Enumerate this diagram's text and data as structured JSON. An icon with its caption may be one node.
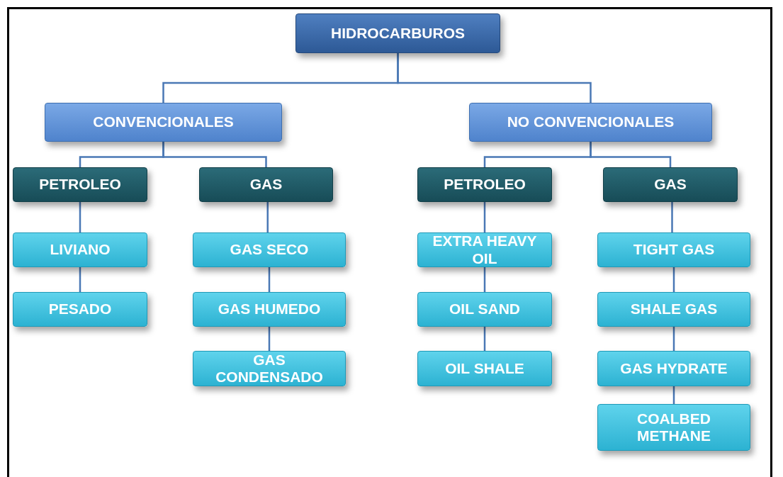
{
  "diagram": {
    "nodes": [
      {
        "text": [
          "HIDROCARBUROS"
        ]
      },
      {
        "text": [
          "CONVENCIONALES"
        ]
      },
      {
        "text": [
          "NO CONVENCIONALES"
        ]
      },
      {
        "text": [
          "PETROLEO"
        ]
      },
      {
        "text": [
          "GAS"
        ]
      },
      {
        "text": [
          "PETROLEO"
        ]
      },
      {
        "text": [
          "GAS"
        ]
      },
      {
        "text": [
          "LIVIANO"
        ]
      },
      {
        "text": [
          "PESADO"
        ]
      },
      {
        "text": [
          "GAS SECO"
        ]
      },
      {
        "text": [
          "GAS HUMEDO"
        ]
      },
      {
        "text": [
          "GAS CONDENSADO"
        ]
      },
      {
        "text": [
          "EXTRA HEAVY OIL"
        ]
      },
      {
        "text": [
          "OIL SAND"
        ]
      },
      {
        "text": [
          "OIL SHALE"
        ]
      },
      {
        "text": [
          "TIGHT GAS"
        ]
      },
      {
        "text": [
          "SHALE GAS"
        ]
      },
      {
        "text": [
          "GAS HYDRATE"
        ]
      },
      {
        "text": [
          "COALBED METHANE"
        ]
      }
    ],
    "edges": [
      {
        "from": 0,
        "to": 1,
        "arrow": "none"
      },
      {
        "from": 0,
        "to": 2,
        "arrow": "none"
      },
      {
        "from": 1,
        "to": 3,
        "arrow": "none"
      },
      {
        "from": 1,
        "to": 4,
        "arrow": "none"
      },
      {
        "from": 2,
        "to": 5,
        "arrow": "none"
      },
      {
        "from": 2,
        "to": 6,
        "arrow": "none"
      },
      {
        "from": 3,
        "to": 7,
        "arrow": "none"
      },
      {
        "from": 7,
        "to": 8,
        "arrow": "none"
      },
      {
        "from": 4,
        "to": 9,
        "arrow": "none"
      },
      {
        "from": 9,
        "to": 10,
        "arrow": "none"
      },
      {
        "from": 10,
        "to": 11,
        "arrow": "none"
      },
      {
        "from": 5,
        "to": 12,
        "arrow": "none"
      },
      {
        "from": 12,
        "to": 13,
        "arrow": "none"
      },
      {
        "from": 13,
        "to": 14,
        "arrow": "none"
      },
      {
        "from": 6,
        "to": 15,
        "arrow": "none"
      },
      {
        "from": 15,
        "to": 16,
        "arrow": "none"
      },
      {
        "from": 16,
        "to": 17,
        "arrow": "none"
      },
      {
        "from": 17,
        "to": 18,
        "arrow": "none"
      }
    ]
  }
}
